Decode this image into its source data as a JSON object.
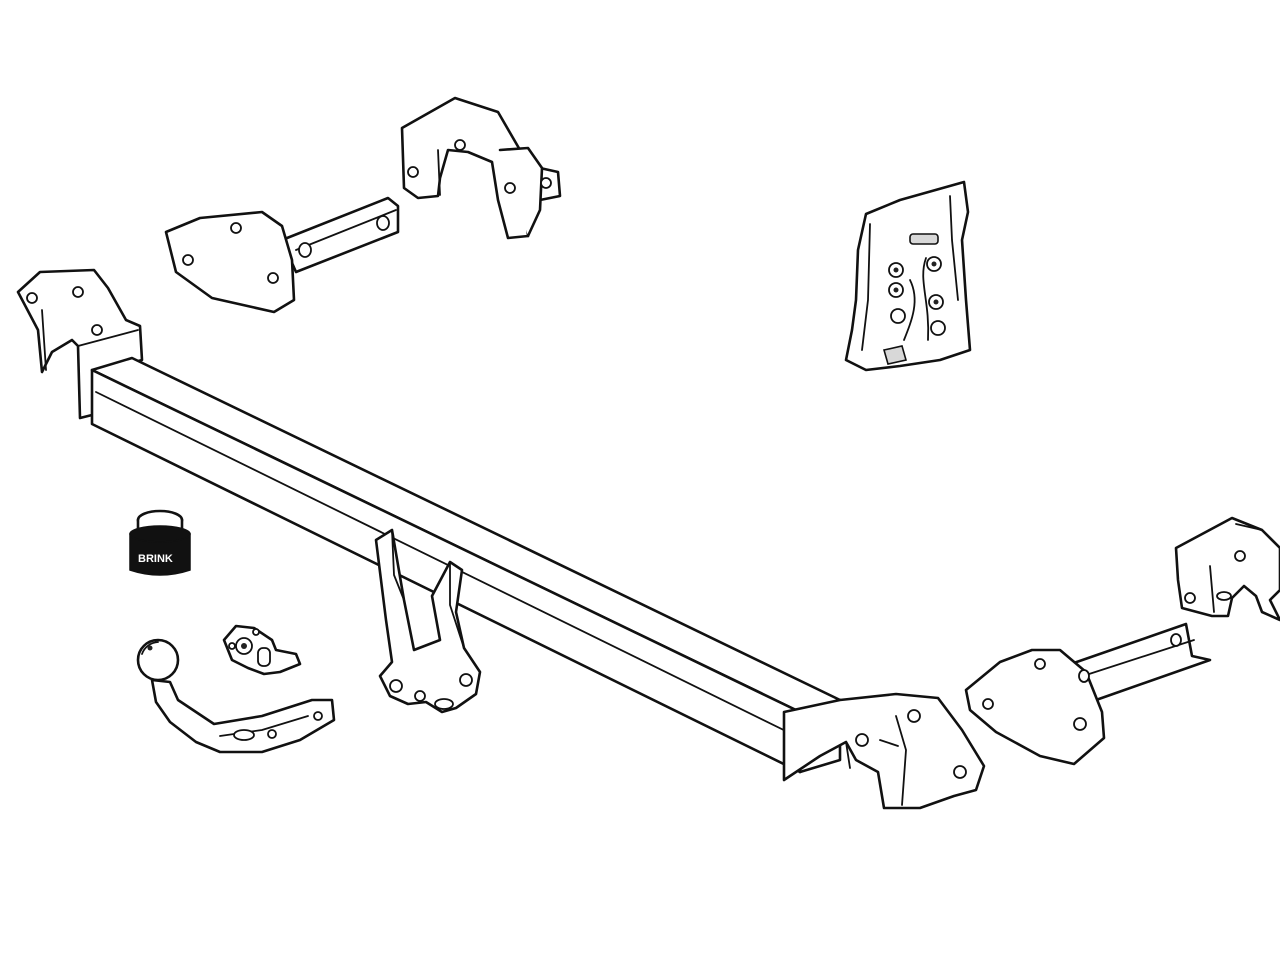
{
  "diagram": {
    "type": "exploded-parts-illustration",
    "parts": [
      "main-crossbar",
      "left-end-bracket",
      "left-top-plate",
      "left-top-angle-bracket",
      "right-end-bracket",
      "right-side-plate",
      "right-far-bracket",
      "center-tow-bracket",
      "tow-ball-neck",
      "socket-mounting-plate",
      "electrical-socket",
      "hardware-bag"
    ],
    "socket_brand": "BRINK"
  }
}
